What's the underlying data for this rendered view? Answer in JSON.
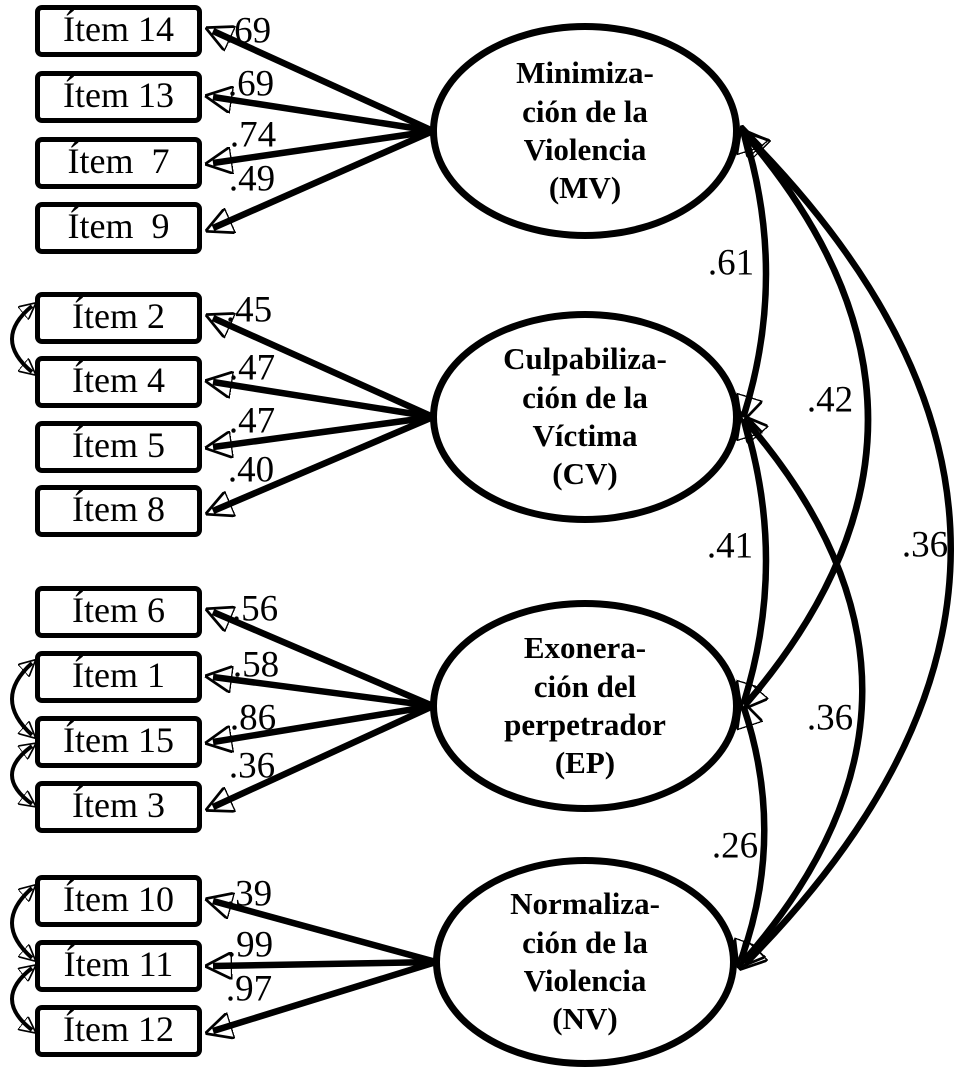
{
  "factors": [
    {
      "abbr": "MV",
      "name": "Minimización de la Violencia (MV)",
      "display_name": "Minimiza-\nción de la\nViolencia\n(MV)",
      "items": [
        {
          "label": "Ítem 14",
          "loading": ".69"
        },
        {
          "label": "Ítem 13",
          "loading": ".69"
        },
        {
          "label": "Ítem  7",
          "loading": ".74"
        },
        {
          "label": "Ítem  9",
          "loading": ".49"
        }
      ]
    },
    {
      "abbr": "CV",
      "name": "Culpabilización de la Víctima (CV)",
      "display_name": "Culpabiliza-\nción de la\nVíctima\n(CV)",
      "items": [
        {
          "label": "Ítem 2",
          "loading": ".45"
        },
        {
          "label": "Ítem 4",
          "loading": ".47"
        },
        {
          "label": "Ítem 5",
          "loading": ".47"
        },
        {
          "label": "Ítem 8",
          "loading": ".40"
        }
      ]
    },
    {
      "abbr": "EP",
      "name": "Exoneración del perpetrador (EP)",
      "display_name": "Exonera-\nción del\nperpetrador\n(EP)",
      "items": [
        {
          "label": "Ítem 6",
          "loading": ".56"
        },
        {
          "label": "Ítem 1",
          "loading": ".58"
        },
        {
          "label": "Ítem 15",
          "loading": ".86"
        },
        {
          "label": "Ítem 3",
          "loading": ".36"
        }
      ]
    },
    {
      "abbr": "NV",
      "name": "Normalización de la Violencia (NV)",
      "display_name": "Normaliza-\nción de la\nViolencia\n(NV)",
      "items": [
        {
          "label": "Ítem 10",
          "loading": ".39"
        },
        {
          "label": "Ítem 11",
          "loading": ".99"
        },
        {
          "label": "Ítem 12",
          "loading": ".97"
        }
      ]
    }
  ],
  "factor_correlations": [
    {
      "pair": "MV-CV",
      "value": ".61"
    },
    {
      "pair": "MV-EP",
      "value": ".42"
    },
    {
      "pair": "MV-NV",
      "value": ".36"
    },
    {
      "pair": "CV-EP",
      "value": ".41"
    },
    {
      "pair": "CV-NV",
      "value": ".36"
    },
    {
      "pair": "EP-NV",
      "value": ".26"
    }
  ],
  "item_error_covariances": [
    {
      "pair": "Ítem 2 - Ítem 4"
    },
    {
      "pair": "Ítem 1 - Ítem 15"
    },
    {
      "pair": "Ítem 15 - Ítem 3"
    },
    {
      "pair": "Ítem 10 - Ítem 11"
    },
    {
      "pair": "Ítem 11 - Ítem 12"
    }
  ],
  "colors": {
    "line": "#000000",
    "background": "#ffffff",
    "text": "#000000"
  }
}
